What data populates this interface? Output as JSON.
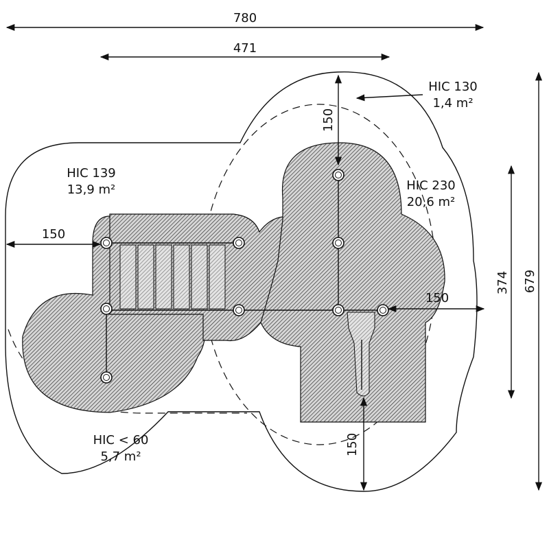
{
  "dimensions": {
    "overall_width": "780",
    "deck_width": "471",
    "top_clearance": "150",
    "left_clearance": "150",
    "right_clearance": "150",
    "bottom_clearance": "150",
    "inner_height": "374",
    "overall_height": "679"
  },
  "zones": [
    {
      "hic": "HIC 130",
      "area": "1,4 m²"
    },
    {
      "hic": "HIC 139",
      "area": "13,9 m²"
    },
    {
      "hic": "HIC 230",
      "area": "20,6 m²"
    },
    {
      "hic": "HIC < 60",
      "area": "5,7 m²"
    }
  ],
  "colors": {
    "line": "#111111",
    "background": "#ffffff"
  }
}
